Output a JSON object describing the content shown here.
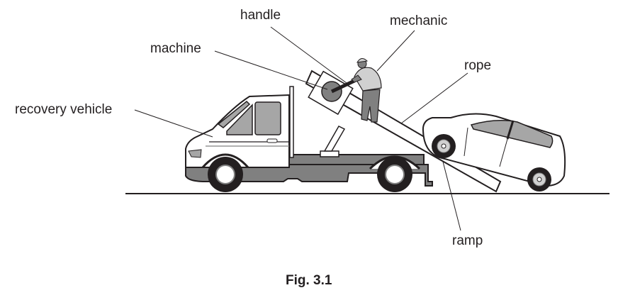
{
  "labels": {
    "handle": "handle",
    "mechanic": "mechanic",
    "machine": "machine",
    "rope": "rope",
    "recovery_vehicle": "recovery vehicle",
    "ramp": "ramp"
  },
  "caption": "Fig. 3.1",
  "colors": {
    "ink": "#231f20",
    "dark_grey": "#808080",
    "mid_grey": "#a6a6a6",
    "light_grey": "#d0d0d0",
    "white": "#ffffff"
  }
}
